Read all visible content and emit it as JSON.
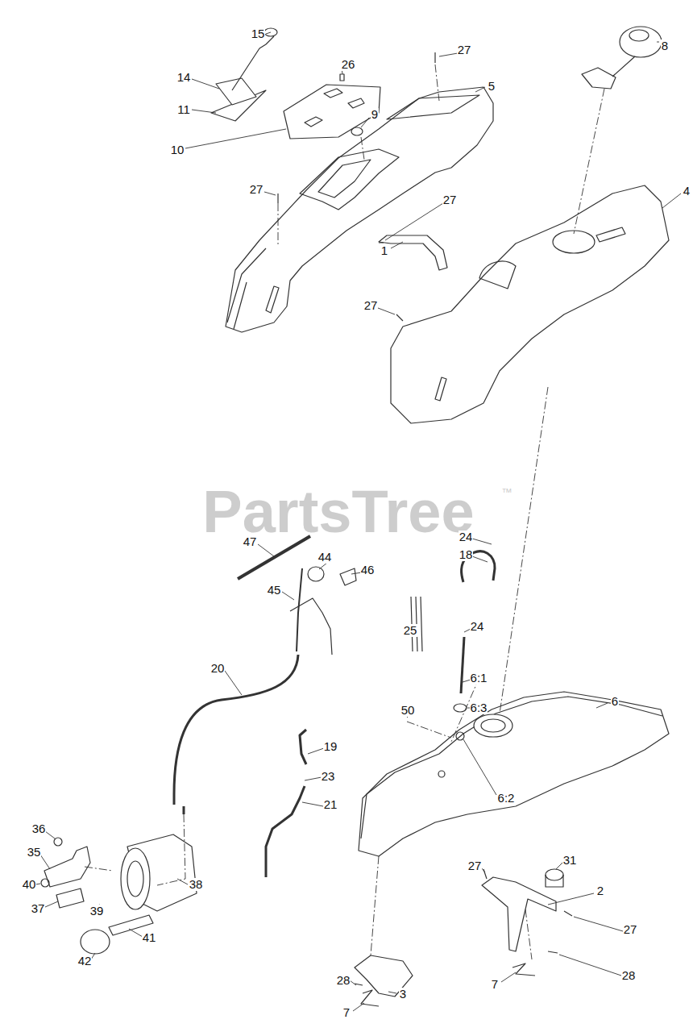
{
  "diagram": {
    "labels": [
      "15",
      "27",
      "8",
      "14",
      "26",
      "5",
      "11",
      "9",
      "10",
      "27",
      "4",
      "27",
      "1",
      "27",
      "PartsTree",
      "™",
      "47",
      "44",
      "24",
      "18",
      "46",
      "45",
      "25",
      "24",
      "20",
      "6:1",
      "6",
      "50",
      "6:3",
      "19",
      "23",
      "6:2",
      "21",
      "36",
      "27",
      "31",
      "35",
      "2",
      "38",
      "40",
      "37",
      "39",
      "27",
      "41",
      "42",
      "28",
      "7",
      "28",
      "3",
      "7"
    ]
  }
}
